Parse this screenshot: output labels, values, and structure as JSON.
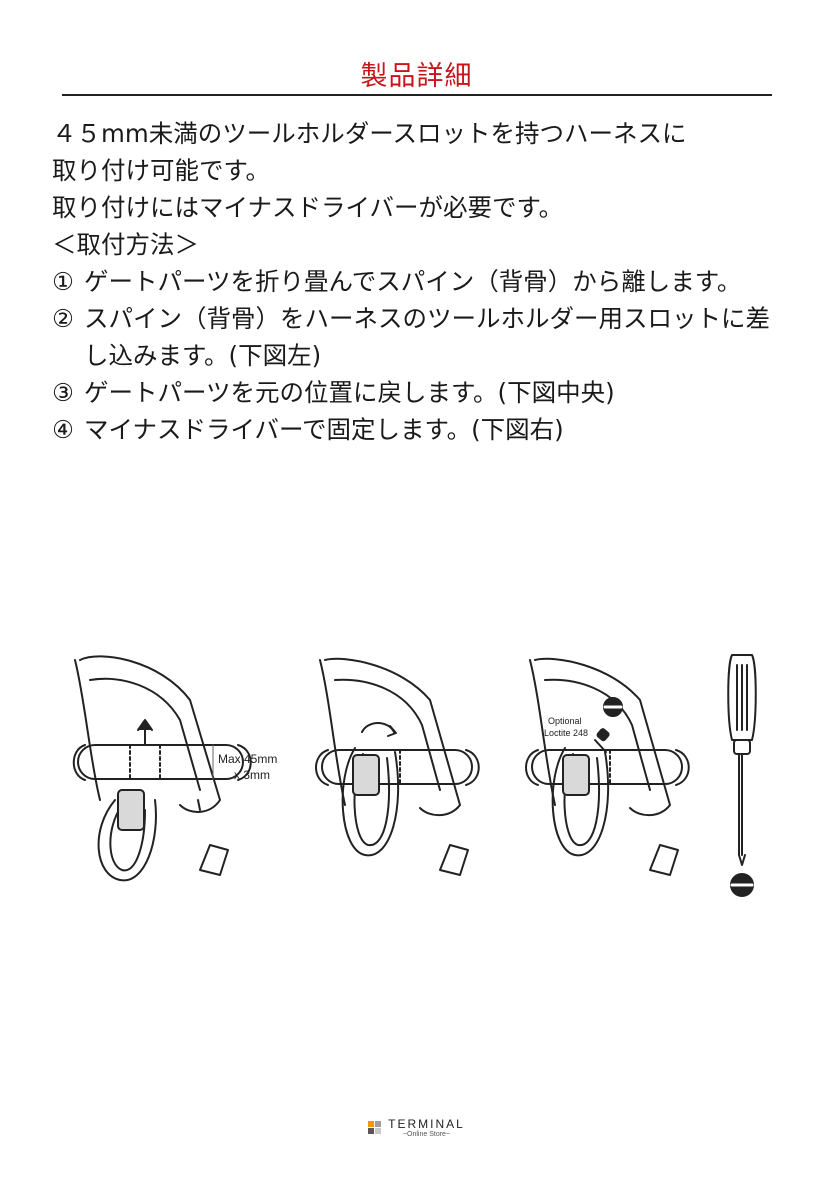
{
  "header": {
    "title": "製品詳細",
    "title_color": "#c8161d"
  },
  "intro": [
    "４５mm未満のツールホルダースロットを持つハーネスに",
    "取り付け可能です。",
    "取り付けにはマイナスドライバーが必要です。",
    "＜取付方法＞"
  ],
  "steps": [
    {
      "num": "①",
      "text": "ゲートパーツを折り畳んでスパイン（背骨）から離します。"
    },
    {
      "num": "②",
      "text": "スパイン（背骨）をハーネスのツールホルダー用スロットに差し込みます。(下図左)"
    },
    {
      "num": "③",
      "text": "ゲートパーツを元の位置に戻します。(下図中央)"
    },
    {
      "num": "④",
      "text": "マイナスドライバーで固定します。(下図右)"
    }
  ],
  "illustration": {
    "left_label_line1": "Max 45mm",
    "left_label_line2": "x 3mm",
    "right_label_line1": "Optional",
    "right_label_line2": "Loctite 248",
    "screwdriver_icon": "flathead-slot-icon"
  },
  "footer": {
    "brand": "TERMINAL",
    "sub": "~Online Store~",
    "logo_colors": [
      "#f39800",
      "#9e9e9e",
      "#595757",
      "#c9c9c9"
    ]
  }
}
